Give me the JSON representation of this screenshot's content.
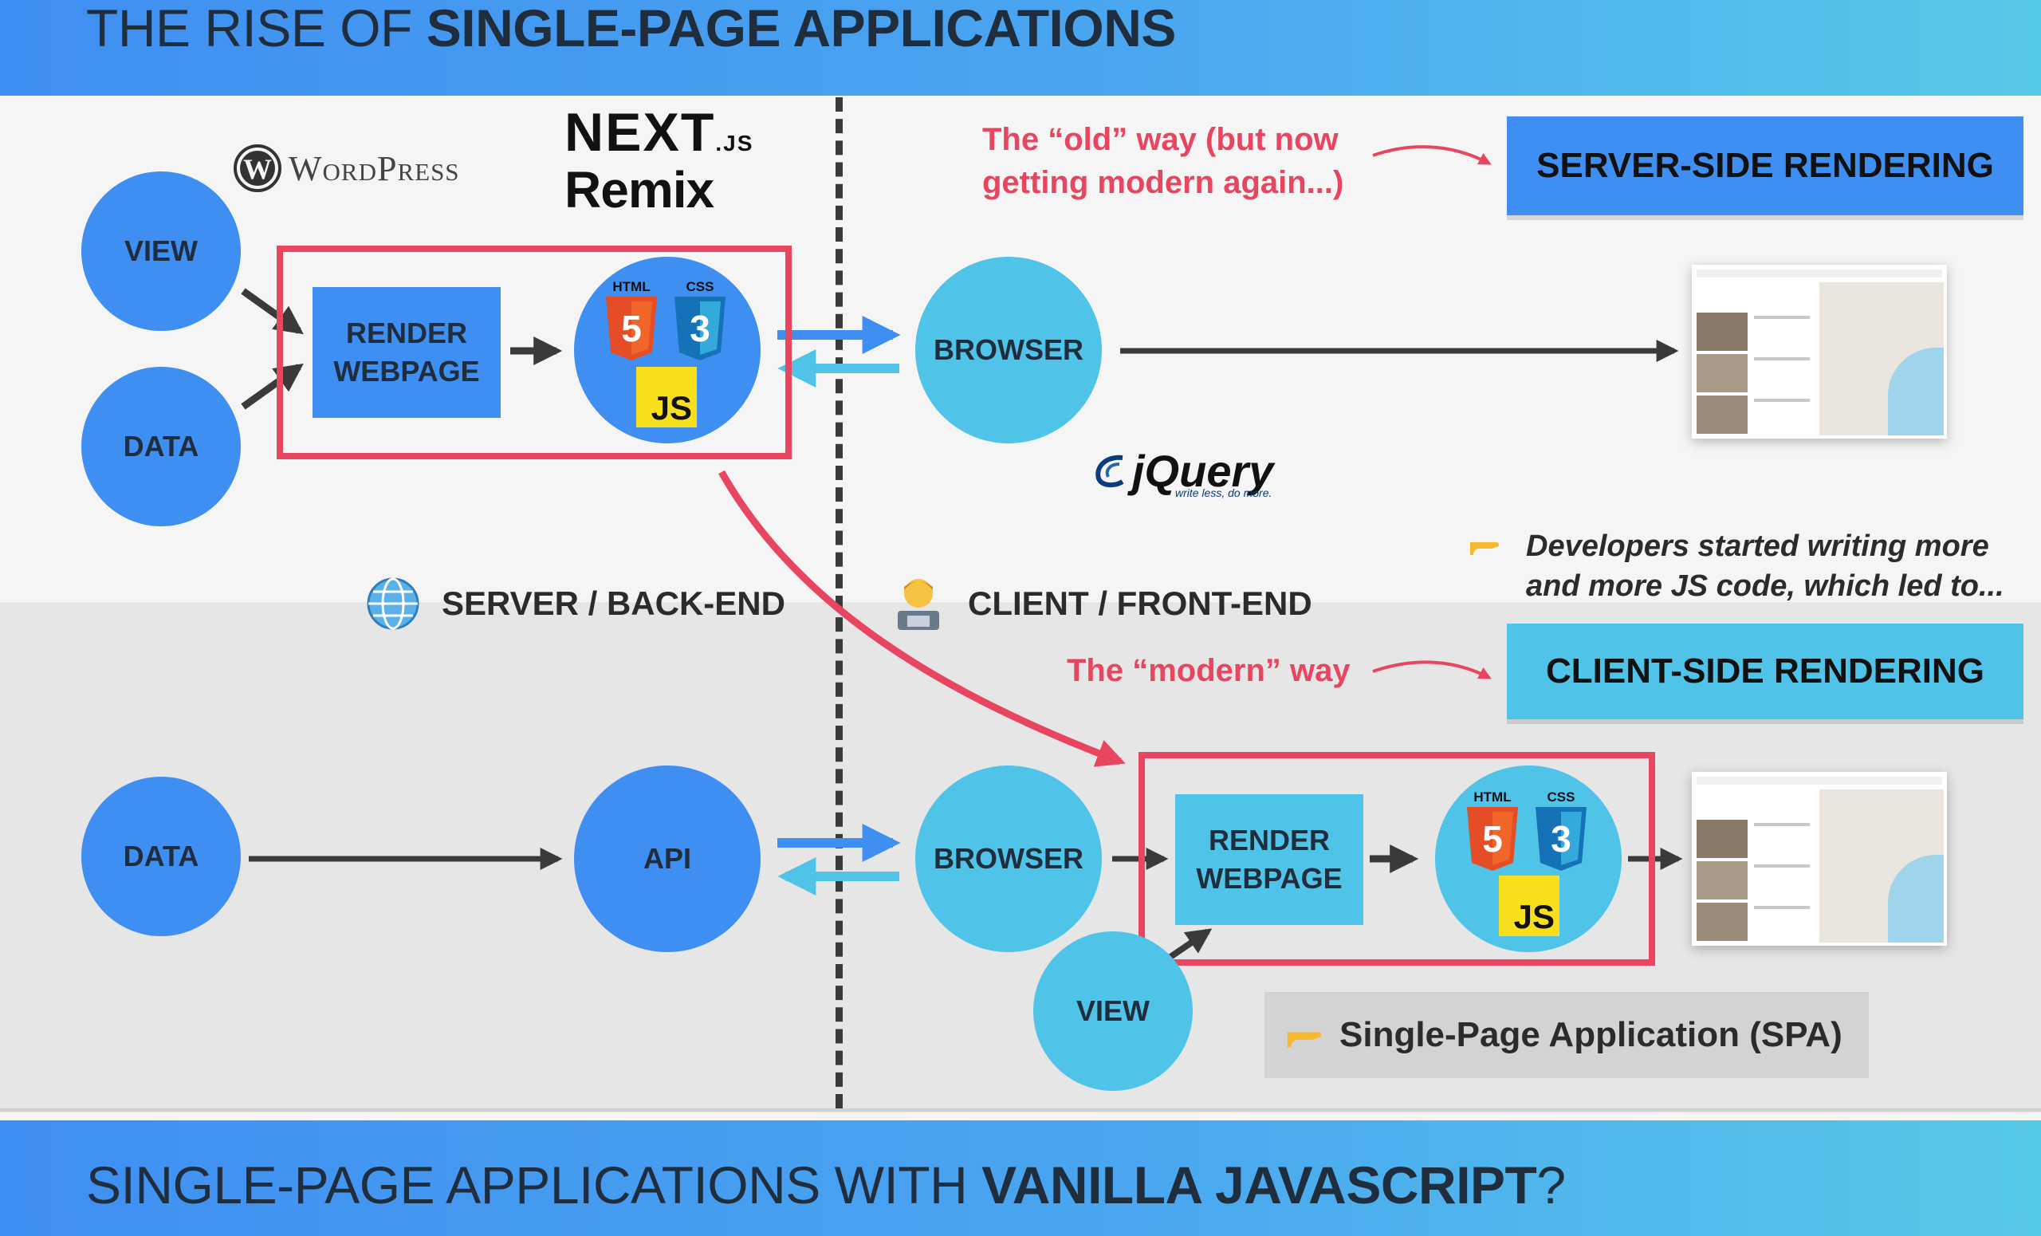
{
  "header": {
    "title_light": "THE RISE OF ",
    "title_bold": "SINGLE-PAGE APPLICATIONS"
  },
  "footer": {
    "title_light": "SINGLE-PAGE APPLICATIONS WITH ",
    "title_bold": "VANILLA JAVASCRIPT",
    "title_tail": "?"
  },
  "ssr": {
    "view": "VIEW",
    "data": "DATA",
    "render_line1": "RENDER",
    "render_line2": "WEBPAGE",
    "browser": "BROWSER",
    "note_line1": "The “old” way (but now",
    "note_line2": "getting modern again...)",
    "tag": "SERVER-SIDE RENDERING"
  },
  "logos": {
    "wordpress": "WordPress",
    "nextjs": "NEXT",
    "nextjs_suffix": ".JS",
    "remix": "Remix",
    "jquery": "jQuery",
    "jquery_tagline": "write less, do more."
  },
  "tech": {
    "html": "HTML",
    "css": "CSS",
    "js": "JS",
    "html_digit": "5",
    "css_digit": "3"
  },
  "labels": {
    "server": "SERVER / BACK-END",
    "client": "CLIENT / FRONT-END"
  },
  "dev_note": {
    "line1": "Developers started writing more",
    "line2": "and more JS code, which led to..."
  },
  "csr": {
    "data": "DATA",
    "api": "API",
    "browser": "BROWSER",
    "render_line1": "RENDER",
    "render_line2": "WEBPAGE",
    "view": "VIEW",
    "note": "The “modern” way",
    "tag": "CLIENT-SIDE RENDERING"
  },
  "spa": {
    "label": "Single-Page Application (SPA)"
  },
  "icons": [
    "globe-icon",
    "developer-emoji-icon",
    "pointing-hand-icon",
    "html5-icon",
    "css3-icon",
    "js-icon"
  ],
  "colors": {
    "accent_blue": "#3f8ef1",
    "light_blue": "#4fc3e8",
    "highlight_red": "#e84560",
    "js_yellow": "#f7df1e"
  }
}
